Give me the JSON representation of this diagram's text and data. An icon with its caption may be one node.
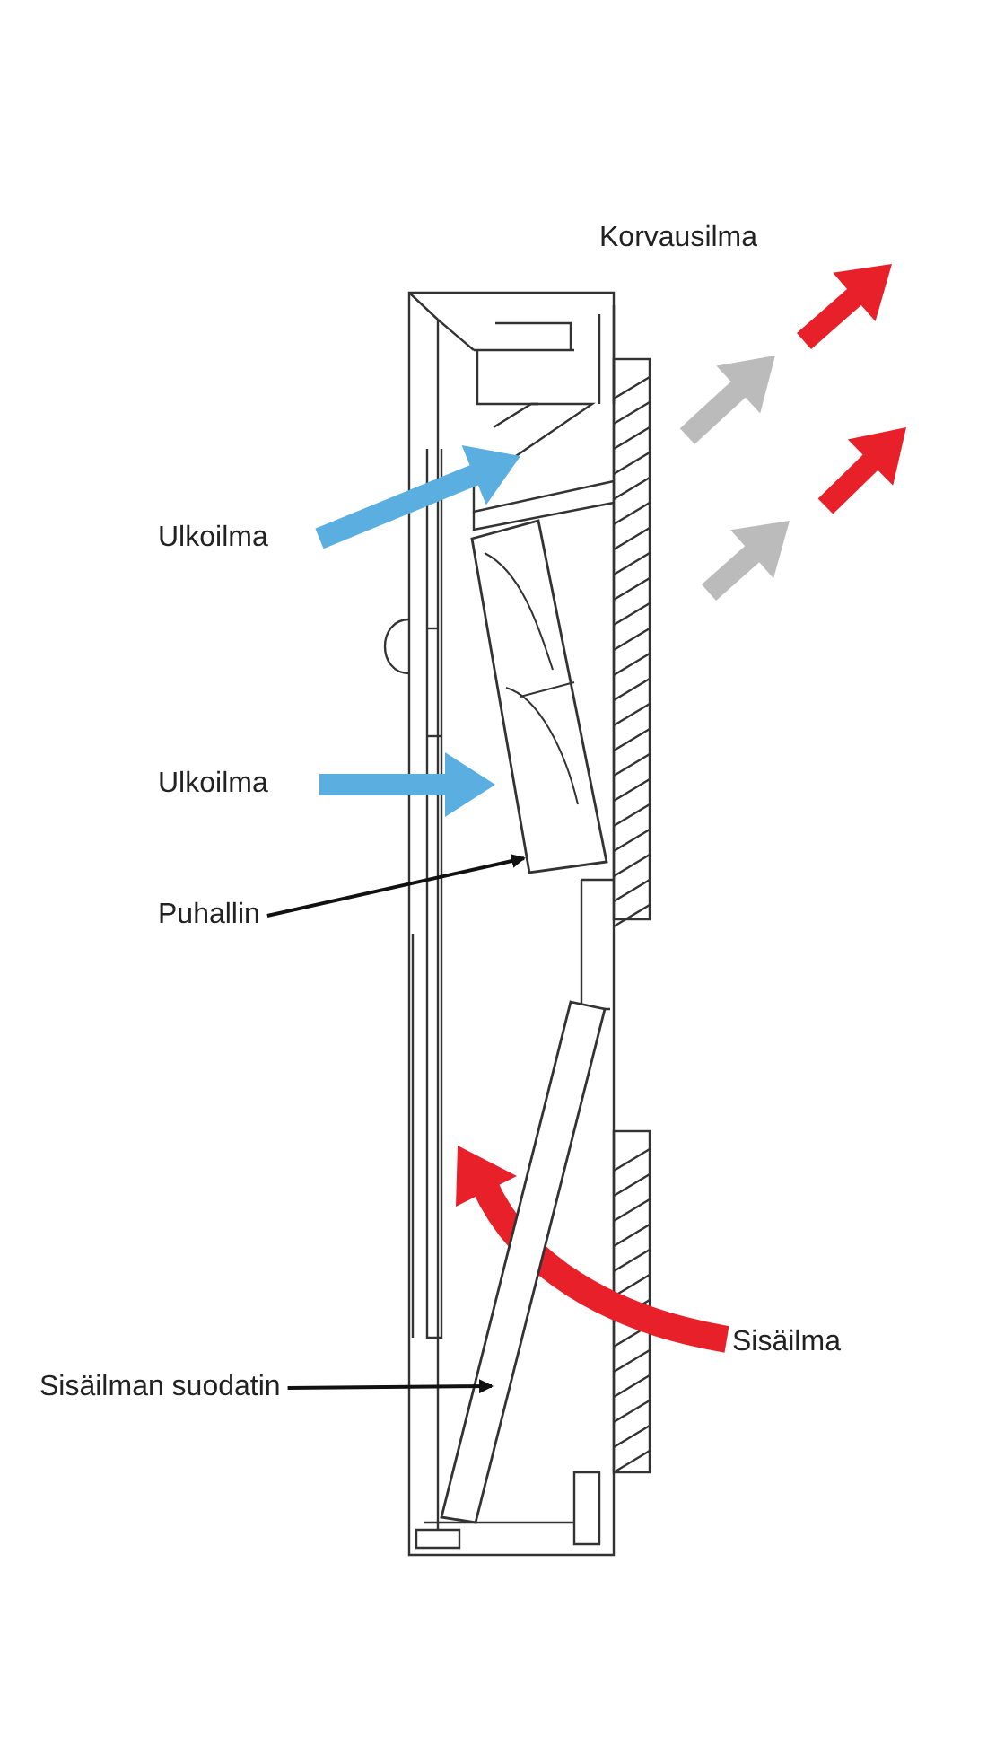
{
  "diagram": {
    "nodes": [
      {
        "text": [
          "Puhallin"
        ]
      },
      {
        "text": [],
        "shape": "box"
      },
      {
        "text": [
          "Sisäilman suodatin"
        ]
      },
      {
        "text": [],
        "shape": "box"
      }
    ],
    "edges": [
      {
        "from": 0,
        "to": 1,
        "arrow": "to"
      },
      {
        "from": 2,
        "to": 3,
        "arrow": "to"
      }
    ],
    "labels": [
      "Korvausilma",
      "Ulkoilma",
      "Ulkoilma",
      "Sisäilma"
    ]
  }
}
